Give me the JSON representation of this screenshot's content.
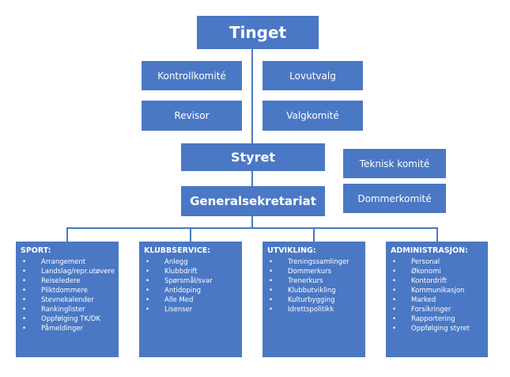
{
  "top": {
    "tinget": "Tinget",
    "styret": "Styret",
    "generalsekretariat": "Generalsekretariat"
  },
  "committees": {
    "kontrollkomite": "Kontrollkomité",
    "lovutvalg": "Lovutvalg",
    "revisor": "Revisor",
    "valgkomite": "Valgkomité",
    "teknisk_komite": "Teknisk komité",
    "dommerkomite": "Dommerkomité"
  },
  "sections": [
    {
      "title": "SPORT:",
      "items": [
        "Arrangement",
        "Landslag/repr.utøvere",
        "Reiseledere",
        "Pliktdommere",
        "Stevnekalender",
        "Rankinglister",
        "Oppfølging TK/DK",
        "Påmeldinger"
      ]
    },
    {
      "title": "KLUBBSERVICE:",
      "items": [
        "Anlegg",
        "Klubbdrift",
        "Spørsmål/svar",
        "Antidoping",
        "Alle Med",
        "Lisenser"
      ]
    },
    {
      "title": "UTVIKLING:",
      "items": [
        "Treningssamlinger",
        "Dommerkurs",
        "Trenerkurs",
        "Klubbutvikling",
        "Kulturbygging",
        "Idrettspolitikk"
      ]
    },
    {
      "title": "ADMINISTRASJON:",
      "items": [
        "Personal",
        "Økonomi",
        "Kontordrift",
        "Kommunikasjon",
        "Marked",
        "Forsikringer",
        "Rapportering",
        "Oppfølging styret"
      ]
    }
  ],
  "colors": {
    "box": "#4a78c4",
    "text": "#ffffff"
  }
}
